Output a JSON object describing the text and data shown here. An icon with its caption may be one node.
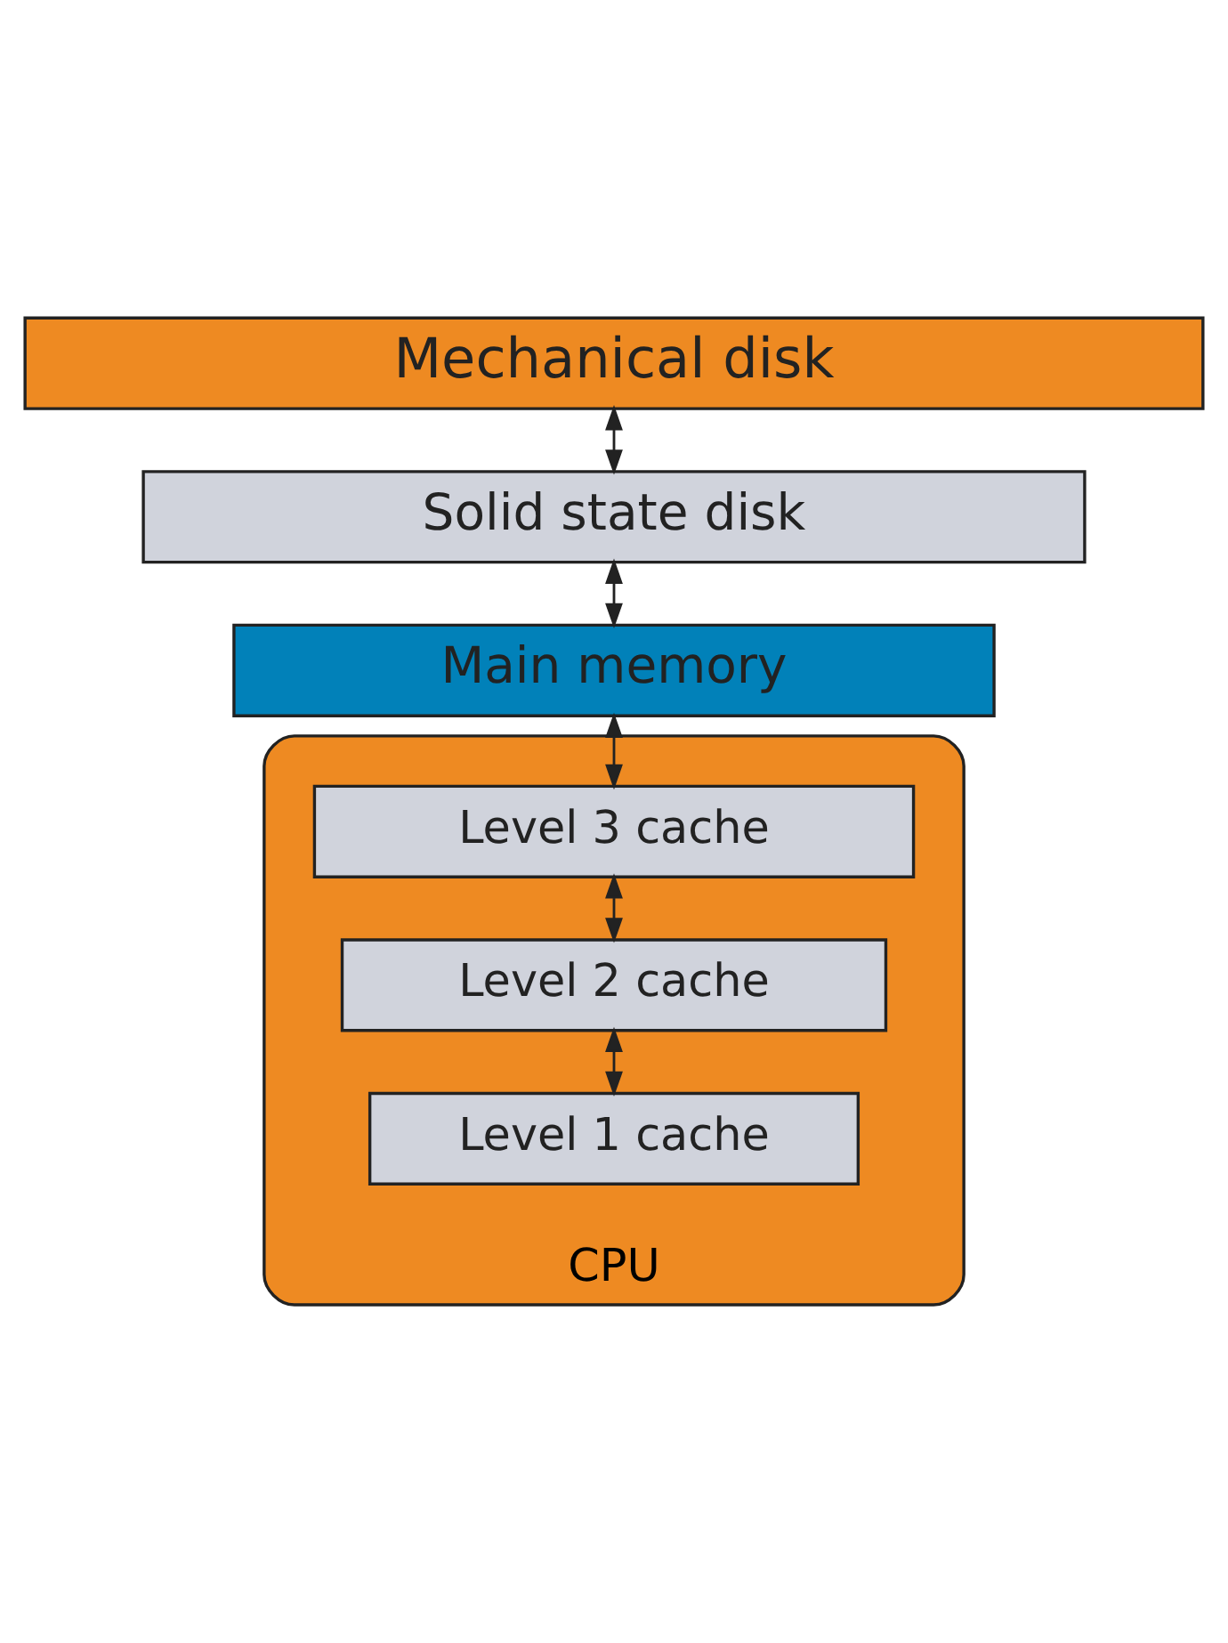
{
  "diagram": {
    "nodes": [
      {
        "text": [
          "Mechanical disk"
        ]
      },
      {
        "text": [
          "Solid state disk"
        ]
      },
      {
        "text": [
          "Main memory"
        ]
      },
      {
        "text": [
          "CPU"
        ]
      },
      {
        "text": [
          "Level 3 cache"
        ],
        "in": 3
      },
      {
        "text": [
          "Level 2 cache"
        ],
        "in": 3
      },
      {
        "text": [
          "Level 1 cache"
        ],
        "in": 3
      }
    ],
    "edges": [
      {
        "from": 0,
        "to": 1,
        "arrow": "both"
      },
      {
        "from": 1,
        "to": 2,
        "arrow": "both"
      },
      {
        "from": 2,
        "to": 4,
        "arrow": "both"
      },
      {
        "from": 4,
        "to": 5,
        "arrow": "both"
      },
      {
        "from": 5,
        "to": 6,
        "arrow": "both"
      }
    ]
  }
}
